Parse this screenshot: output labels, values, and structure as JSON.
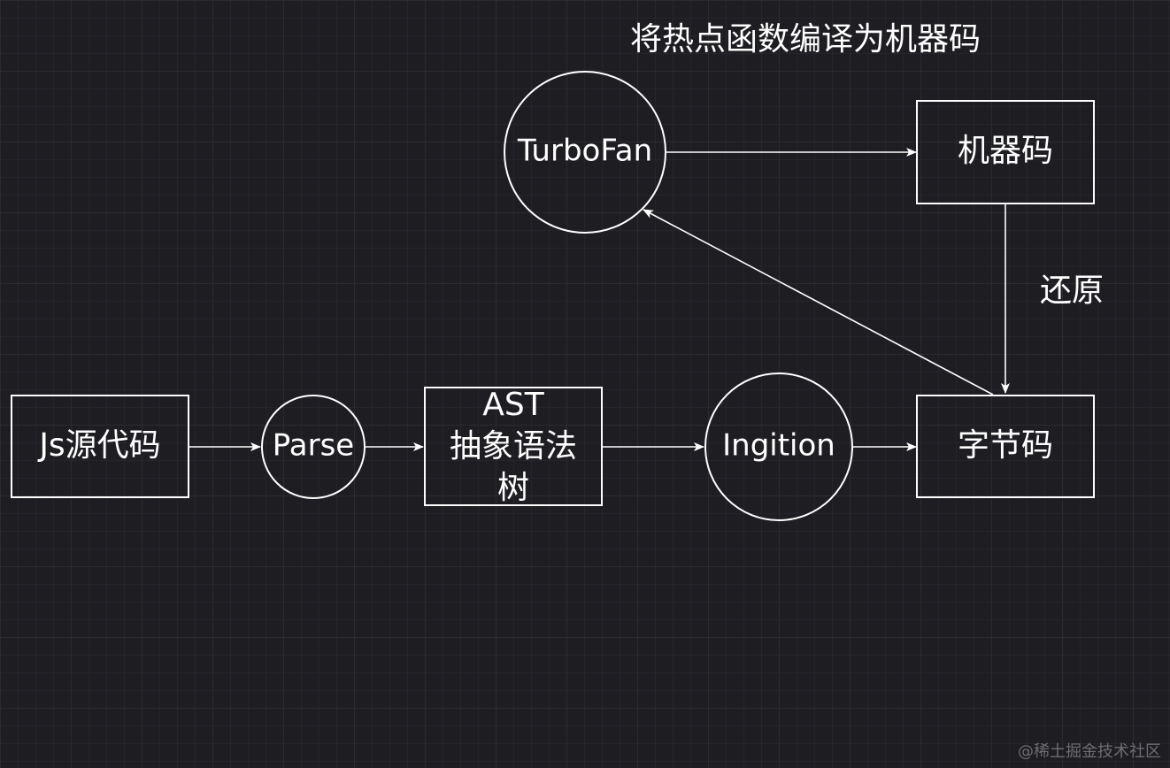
{
  "diagram": {
    "title": "将热点函数编译为机器码",
    "nodes": {
      "js_source": "Js源代码",
      "parse": "Parse",
      "ast": [
        "AST",
        "抽象语法",
        "树"
      ],
      "ingition": "Ingition",
      "bytecode": "字节码",
      "turbofan": "TurboFan",
      "machine_code": "机器码"
    },
    "edge_labels": {
      "restore": "还原"
    }
  },
  "watermark": "@稀土掘金技术社区",
  "colors": {
    "background": "#1e1d22",
    "grid_minor": "#2c2b31",
    "grid_major": "#37363c",
    "stroke": "#ffffff",
    "text": "#ffffff",
    "watermark": "#6d6d72"
  }
}
